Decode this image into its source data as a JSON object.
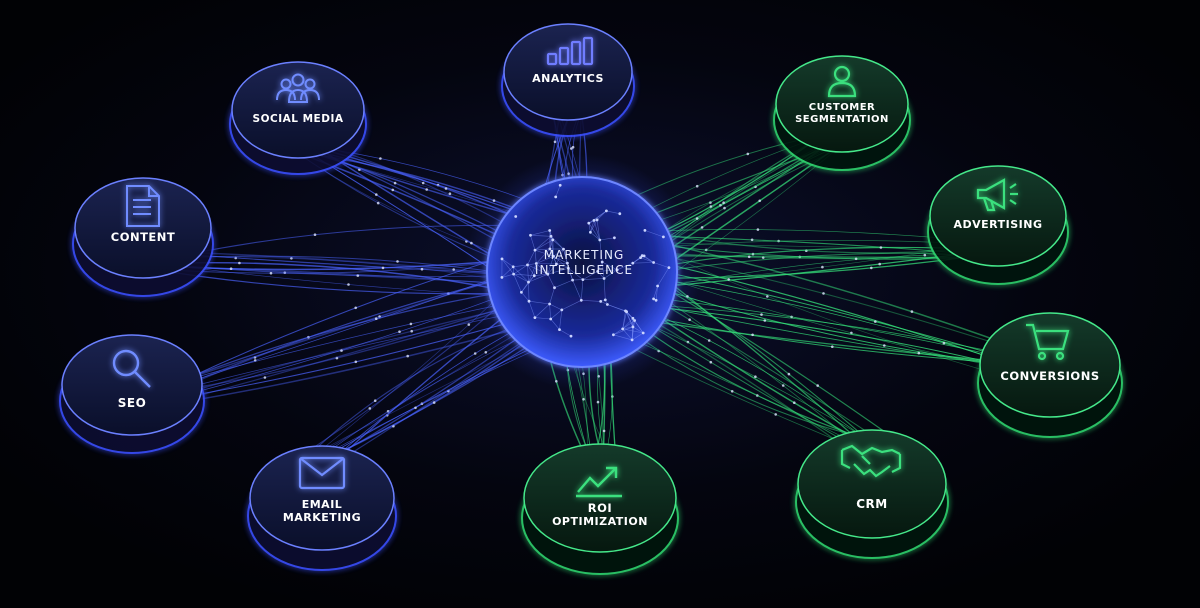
{
  "center": {
    "line1": "MARKETING",
    "line2": "INTELLIGENCE"
  },
  "nodes": {
    "analytics": {
      "lines": [
        "ANALYTICS"
      ],
      "icon": "bar-chart-icon"
    },
    "social_media": {
      "lines": [
        "SOCIAL MEDIA"
      ],
      "icon": "people-group-icon"
    },
    "customer_segmentation": {
      "lines": [
        "CUSTOMER",
        "SEGMENTATION"
      ],
      "icon": "person-icon"
    },
    "content": {
      "lines": [
        "CONTENT"
      ],
      "icon": "document-icon"
    },
    "advertising": {
      "lines": [
        "ADVERTISING"
      ],
      "icon": "megaphone-icon"
    },
    "seo": {
      "lines": [
        "SEO"
      ],
      "icon": "magnifier-icon"
    },
    "conversions": {
      "lines": [
        "CONVERSIONS"
      ],
      "icon": "shopping-cart-icon"
    },
    "email_marketing": {
      "lines": [
        "EMAIL",
        "MARKETING"
      ],
      "icon": "envelope-icon"
    },
    "roi_optimization": {
      "lines": [
        "ROI",
        "OPTIMIZATION"
      ],
      "icon": "trend-up-icon"
    },
    "crm": {
      "lines": [
        "CRM"
      ],
      "icon": "handshake-icon"
    }
  },
  "colors": {
    "background": "#020308",
    "blue": "#4a63ff",
    "blue_glow": "#2b3cff",
    "green": "#35e07a",
    "green_glow": "#1fbf5c",
    "text": "#ffffff"
  }
}
